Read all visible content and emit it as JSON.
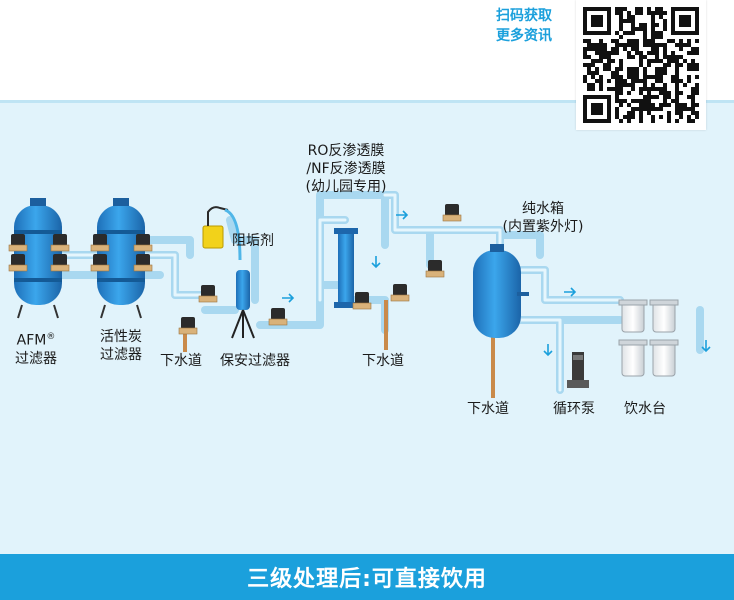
{
  "header": {
    "scan_line1": "扫码获取",
    "scan_line2": "更多资讯"
  },
  "labels": {
    "afm_line1": "AFM",
    "afm_sup": "®",
    "afm_line2": "过滤器",
    "carbon_line1": "活性炭",
    "carbon_line2": "过滤器",
    "drain1": "下水道",
    "scale_inhibitor": "阻垢剂",
    "security_filter": "保安过滤器",
    "ro_line1": "RO反渗透膜",
    "ro_line2": "/NF反渗透膜",
    "ro_line3": "(幼儿园专用)",
    "drain2": "下水道",
    "tank_line1": "纯水箱",
    "tank_line2": "(内置紫外灯)",
    "drain3": "下水道",
    "pump": "循环泵",
    "fountain": "饮水台"
  },
  "footer": {
    "text": "三级处理后:可直接饮用"
  },
  "colors": {
    "accent": "#1ba0dc",
    "panel": "#e1f3fb",
    "vessel": "#2a8fd6",
    "pipe": "#a9d8f0"
  },
  "icons": [
    "qr-code-icon",
    "solenoid-valve-icon",
    "flow-arrow-icon",
    "chemical-container-icon"
  ]
}
